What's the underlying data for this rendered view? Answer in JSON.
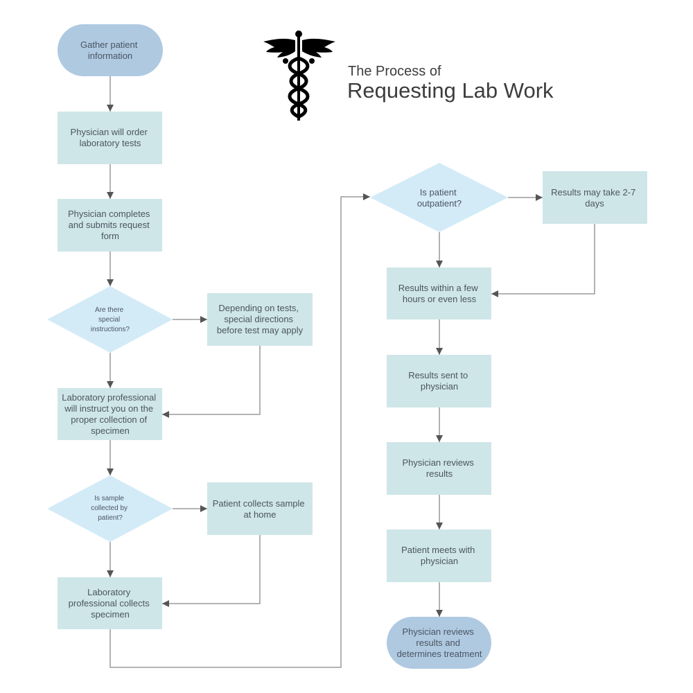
{
  "title": {
    "line1": "The Process of",
    "line2": "Requesting Lab Work",
    "logo_icon": "caduceus-icon"
  },
  "colors": {
    "terminal_fill": "#afc9e1",
    "process_fill": "#cfe6e8",
    "decision_fill": "#d3ebf7",
    "connector": "#888888",
    "arrowhead": "#555555",
    "text": "#4a5560"
  },
  "nodes": {
    "gather": {
      "shape": "terminal",
      "lines": [
        "Gather patient",
        "information"
      ]
    },
    "order_tests": {
      "shape": "process",
      "lines": [
        "Physician will order",
        "laboratory tests"
      ]
    },
    "complete_form": {
      "shape": "process",
      "lines": [
        "Physician completes",
        "and submits request",
        "form"
      ]
    },
    "special_instructions": {
      "shape": "decision",
      "lines": [
        "Are there",
        "special",
        "instructions?"
      ]
    },
    "special_directions": {
      "shape": "process",
      "lines": [
        "Depending on tests,",
        "special directions",
        "before test may apply"
      ]
    },
    "lab_instructs": {
      "shape": "process",
      "lines": [
        "Laboratory professional",
        "will instruct you on the",
        "proper collection of",
        "specimen"
      ]
    },
    "sample_by_patient": {
      "shape": "decision",
      "lines": [
        "Is sample",
        "collected by",
        "patient?"
      ]
    },
    "patient_collects": {
      "shape": "process",
      "lines": [
        "Patient collects sample",
        "at home"
      ]
    },
    "lab_collects": {
      "shape": "process",
      "lines": [
        "Laboratory",
        "professional collects",
        "specimen"
      ]
    },
    "outpatient": {
      "shape": "decision",
      "lines": [
        "Is patient",
        "outpatient?"
      ]
    },
    "results_2_7": {
      "shape": "process",
      "lines": [
        "Results may take 2-7",
        "days"
      ]
    },
    "results_hours": {
      "shape": "process",
      "lines": [
        "Results within a few",
        "hours or even less"
      ]
    },
    "results_sent": {
      "shape": "process",
      "lines": [
        "Results sent to",
        "physician"
      ]
    },
    "physician_reviews": {
      "shape": "process",
      "lines": [
        "Physician reviews",
        "results"
      ]
    },
    "patient_meets": {
      "shape": "process",
      "lines": [
        "Patient meets with",
        "physician"
      ]
    },
    "determines_treatment": {
      "shape": "terminal",
      "lines": [
        "Physician reviews",
        "results and",
        "determines treatment"
      ]
    }
  },
  "edges": [
    {
      "from": "gather",
      "to": "order_tests"
    },
    {
      "from": "order_tests",
      "to": "complete_form"
    },
    {
      "from": "complete_form",
      "to": "special_instructions"
    },
    {
      "from": "special_instructions",
      "to": "special_directions"
    },
    {
      "from": "special_instructions",
      "to": "lab_instructs"
    },
    {
      "from": "special_directions",
      "to": "lab_instructs"
    },
    {
      "from": "lab_instructs",
      "to": "sample_by_patient"
    },
    {
      "from": "sample_by_patient",
      "to": "patient_collects"
    },
    {
      "from": "sample_by_patient",
      "to": "lab_collects"
    },
    {
      "from": "patient_collects",
      "to": "lab_collects"
    },
    {
      "from": "lab_collects",
      "to": "outpatient"
    },
    {
      "from": "outpatient",
      "to": "results_2_7"
    },
    {
      "from": "outpatient",
      "to": "results_hours"
    },
    {
      "from": "results_2_7",
      "to": "results_hours"
    },
    {
      "from": "results_hours",
      "to": "results_sent"
    },
    {
      "from": "results_sent",
      "to": "physician_reviews"
    },
    {
      "from": "physician_reviews",
      "to": "patient_meets"
    },
    {
      "from": "patient_meets",
      "to": "determines_treatment"
    }
  ]
}
